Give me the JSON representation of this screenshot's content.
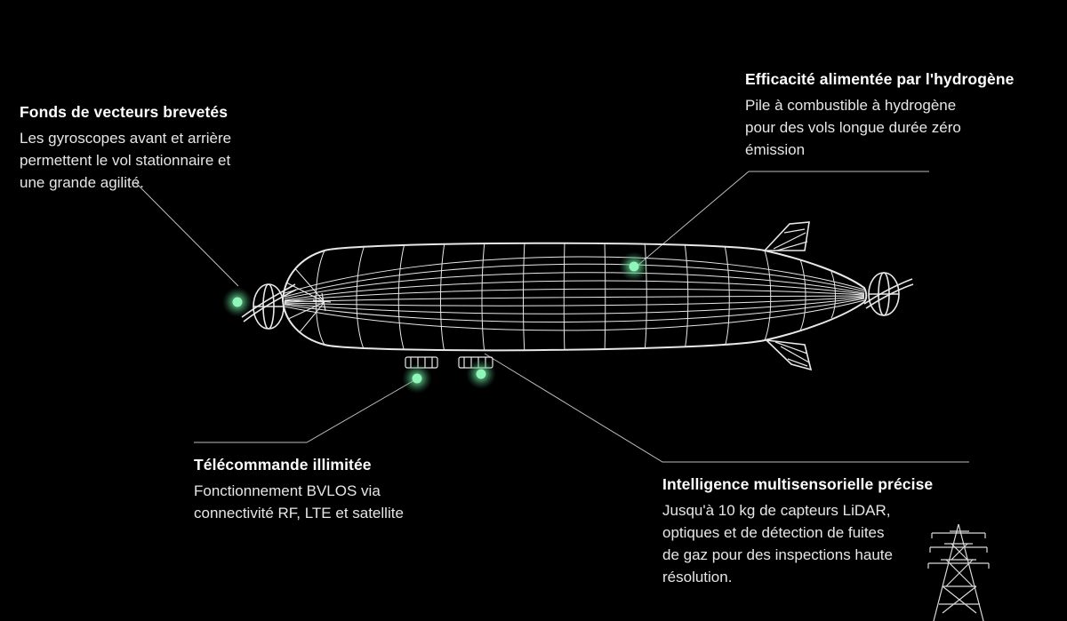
{
  "callouts": {
    "gyro": {
      "title": "Fonds de vecteurs brevetés",
      "body": "Les gyroscopes avant et arrière\npermettent le vol stationnaire et\nune grande agilité."
    },
    "hydrogen": {
      "title": "Efficacité alimentée par l'hydrogène",
      "body": "Pile à combustible à hydrogène\npour des vols longue durée zéro\némission"
    },
    "remote": {
      "title": "Télécommande illimitée",
      "body": "Fonctionnement BVLOS via\nconnectivité RF, LTE et satellite"
    },
    "sensors": {
      "title": "Intelligence multisensorielle précise",
      "body": "Jusqu'à 10 kg de capteurs LiDAR,\noptiques et de détection de fuites\nde gaz pour des inspections haute\nrésolution."
    }
  },
  "colors": {
    "background": "#000000",
    "wireframe": "#e8e8e8",
    "hotspot": "#6ee7a0",
    "leader_line": "#bdbdbd"
  },
  "icons": [
    "airship-wireframe",
    "gyroscope-icon",
    "hotspot-marker",
    "power-pylon-icon"
  ]
}
